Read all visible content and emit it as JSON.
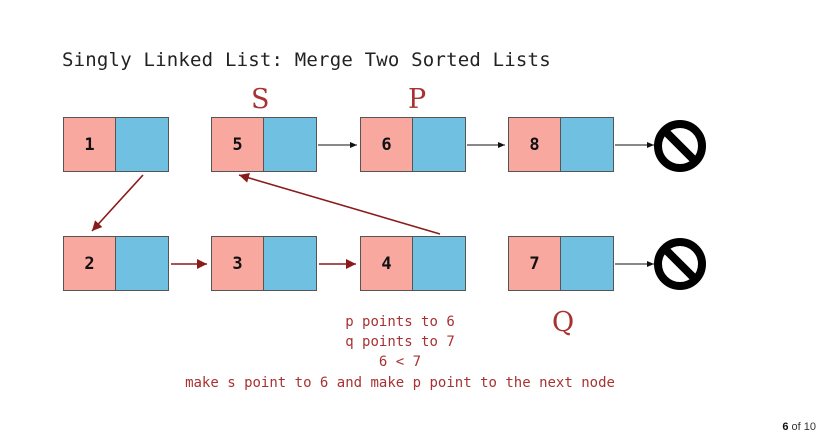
{
  "title": "Singly Linked List: Merge Two Sorted Lists",
  "pointer_labels": {
    "s": "S",
    "p": "P",
    "q": "Q"
  },
  "row1_nodes": [
    "1",
    "5",
    "6",
    "8"
  ],
  "row2_nodes": [
    "2",
    "3",
    "4",
    "7"
  ],
  "null_icon": "null-symbol-icon",
  "caption_lines": [
    "p points to 6",
    "q points to 7",
    "6 < 7",
    "make s point to 6 and make p point to the next node"
  ],
  "pagination": {
    "current": "6",
    "separator": "of",
    "total": "10"
  },
  "colors": {
    "value_cell": "#f9a8a0",
    "next_cell": "#6fc0e1",
    "link_arrow": "#8b1a1a",
    "label": "#a83232"
  }
}
